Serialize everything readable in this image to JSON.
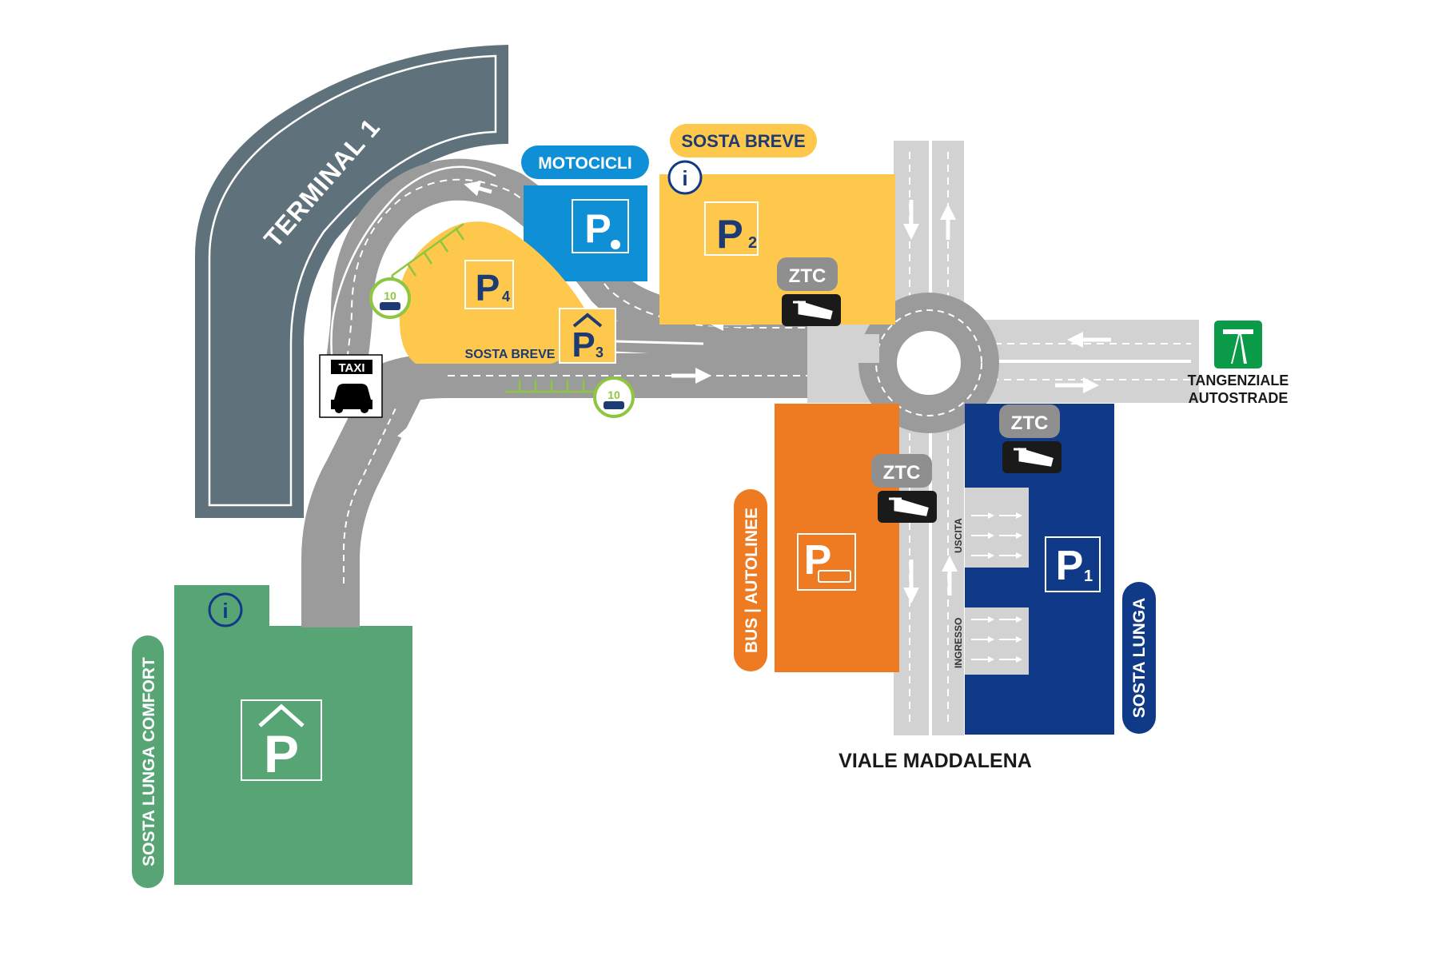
{
  "terminal": {
    "label": "TERMINAL 1"
  },
  "taxi": {
    "label": "TAXI"
  },
  "tags": {
    "motocicli": "MOTOCICLI",
    "sosta_breve_top": "SOSTA BREVE",
    "sosta_breve_p3": "SOSTA BREVE",
    "bus_autolinee": "BUS | AUTOLINEE",
    "sosta_lunga": "SOSTA LUNGA",
    "sosta_lunga_comfort": "SOSTA LUNGA COMFORT"
  },
  "parking": {
    "p1": {
      "letter": "P",
      "number": "1"
    },
    "p2": {
      "letter": "P",
      "number": "2"
    },
    "p3": {
      "letter": "P",
      "number": "3"
    },
    "p4": {
      "letter": "P",
      "number": "4"
    },
    "moto": {
      "letter": "P"
    },
    "bus": {
      "letter": "P"
    },
    "comfort": {
      "letter": "P"
    }
  },
  "ztc": {
    "label": "ZTC"
  },
  "info": {
    "symbol": "i"
  },
  "lanes": {
    "uscita": "USCITA",
    "ingresso": "INGRESSO"
  },
  "highway": {
    "line1": "TANGENZIALE",
    "line2": "AUTOSTRADE"
  },
  "street": {
    "label": "VIALE MADDALENA"
  },
  "kiss_ride": {
    "minutes": "10"
  },
  "colors": {
    "terminal": "#5f717b",
    "road": "#9b9b9b",
    "road_light": "#d2d2d2",
    "yellow": "#fdc84b",
    "blue_light": "#0f8fd5",
    "orange": "#ee7a22",
    "navy": "#103a87",
    "green": "#57a575",
    "lime": "#8dc63f",
    "ztc_grey": "#8f8f8f",
    "highway_green": "#0a9a48"
  }
}
